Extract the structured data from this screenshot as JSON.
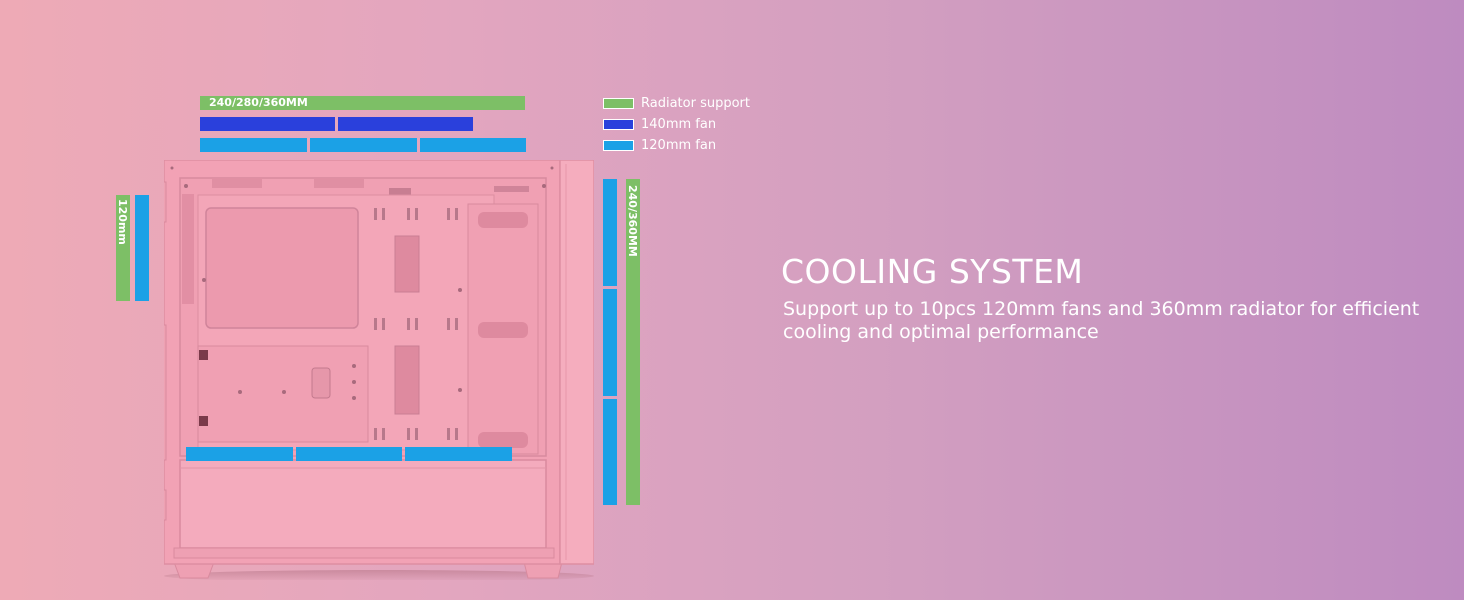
{
  "diagram": {
    "top_radiator_label": "240/280/360MM",
    "front_radiator_label": "240/360MM",
    "rear_fan_label": "120mm"
  },
  "legend": [
    {
      "label": "Radiator support",
      "color": "#7dbf66"
    },
    {
      "label": "140mm fan",
      "color": "#2a40dc"
    },
    {
      "label": "120mm fan",
      "color": "#1ba1e6"
    }
  ],
  "heading": {
    "title": "COOLING SYSTEM",
    "description": "Support up to 10pcs 120mm fans and 360mm radiator for efficient cooling and optimal performance"
  },
  "colors": {
    "case": "#f3a5b8",
    "case_dark": "#e58ea3",
    "text": "#ffffff"
  }
}
